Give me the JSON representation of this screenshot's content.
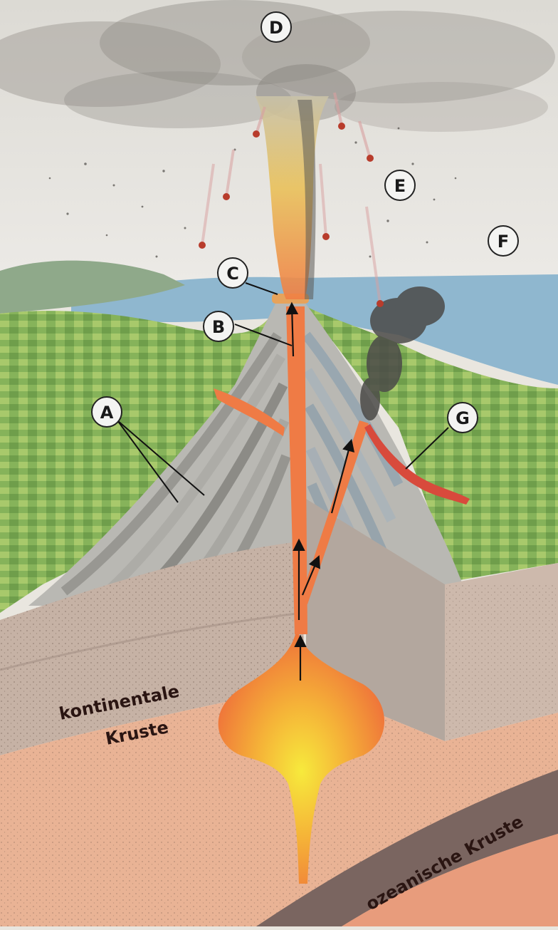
{
  "labels": {
    "A": "A",
    "B": "B",
    "C": "C",
    "D": "D",
    "E": "E",
    "F": "F",
    "G": "G"
  },
  "crust": {
    "continental_line1": "kontinentale",
    "continental_line2": "Kruste",
    "oceanic": "ozeanische Kruste"
  },
  "colors": {
    "sky": "#e6e6e2",
    "ash_cloud": "#8e8a84",
    "sea": "#8fb7cf",
    "land": "#7fae55",
    "magma": "#f07a3e",
    "magma_core": "#f5e23a",
    "volcano_layers": "#9b9a96",
    "crust_continental": "#c9b3a6",
    "crust_oceanic": "#7a6560",
    "mantle": "#e9a47f"
  }
}
